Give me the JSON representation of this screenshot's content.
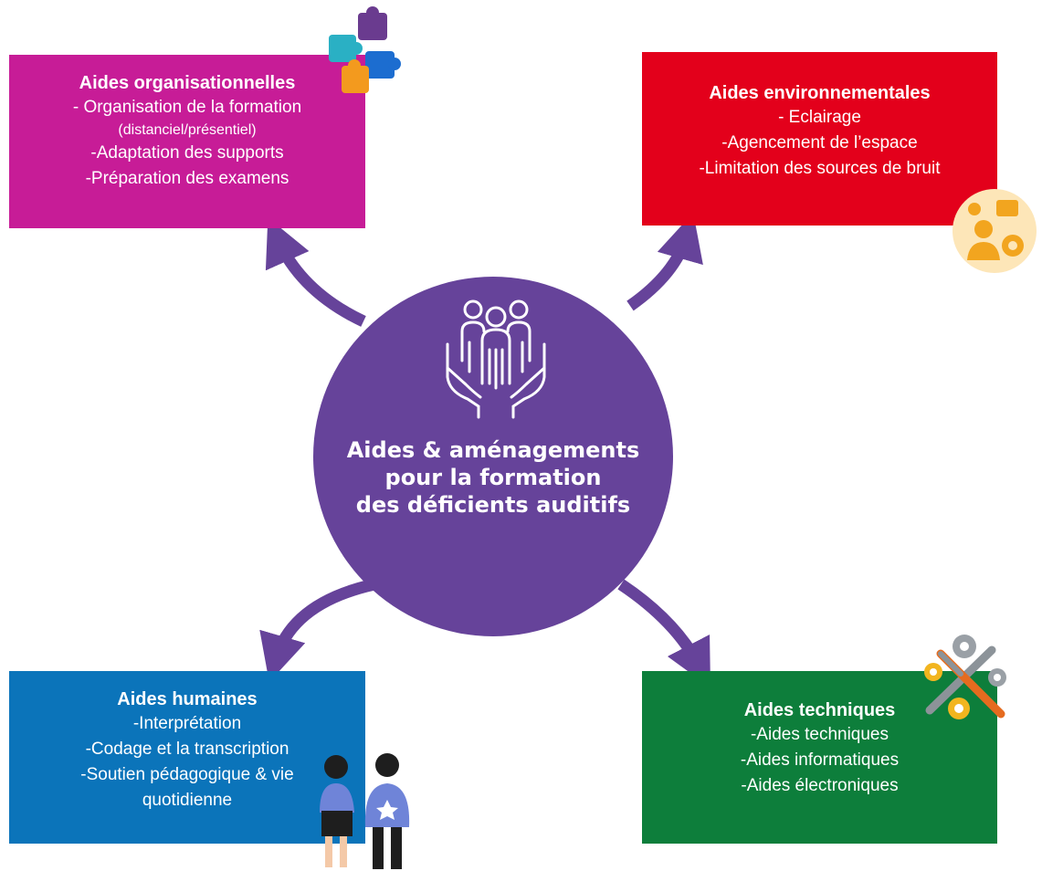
{
  "center": {
    "title": "Aides & aménagements\npour la formation\ndes déficients auditifs",
    "icon": "people-in-hands-icon"
  },
  "boxes": {
    "organisationnelles": {
      "title": "Aides organisationnelles",
      "lines": [
        "- Organisation de la formation",
        "(distanciel/présentiel)",
        "-Adaptation des supports",
        "-Préparation des examens"
      ],
      "color": "#c71c97",
      "icon": "puzzle-icon"
    },
    "environnementales": {
      "title": "Aides environnementales",
      "lines": [
        "- Eclairage",
        "-Agencement de l’espace",
        "-Limitation des sources de bruit"
      ],
      "color": "#e3001b",
      "icon": "worker-gear-icon"
    },
    "humaines": {
      "title": "Aides humaines",
      "lines": [
        "-Interprétation",
        "-Codage et la transcription",
        "-Soutien pédagogique & vie",
        "quotidienne"
      ],
      "color": "#0b74ba",
      "icon": "people-signing-icon"
    },
    "techniques": {
      "title": "Aides techniques",
      "lines": [
        "-Aides techniques",
        "-Aides informatiques",
        "-Aides électroniques"
      ],
      "color": "#0d7e3b",
      "icon": "tools-gears-icon"
    }
  },
  "colors": {
    "circle": "#66439a",
    "arrow": "#66439a"
  }
}
